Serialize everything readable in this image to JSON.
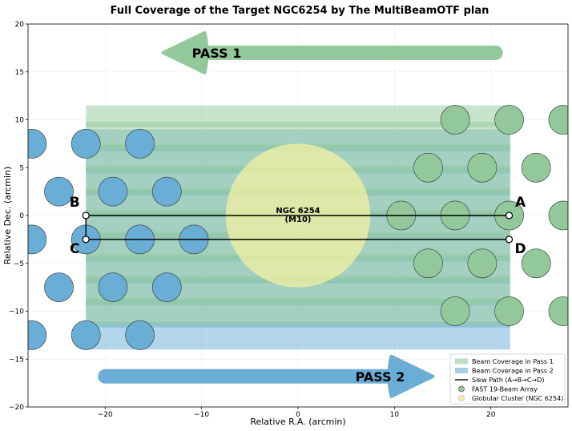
{
  "chart_data": {
    "type": "scatter",
    "title": "Full Coverage of the Target NGC6254 by The MultiBeamOTF plan",
    "xlabel": "Relative R.A. (arcmin)",
    "ylabel": "Relative Dec. (arcmin)",
    "xlim": [
      -28,
      28
    ],
    "ylim": [
      -20,
      20
    ],
    "xticks": [
      -20,
      -10,
      0,
      10,
      20
    ],
    "yticks": [
      -20,
      -15,
      -10,
      -5,
      0,
      5,
      10,
      15,
      20
    ],
    "colors": {
      "pass1": "#93c99a",
      "pass2": "#6aaed6",
      "path": "#000000",
      "cluster": "#f3f0a0"
    },
    "pass1": {
      "label": "PASS 1",
      "arrow_from": [
        20.5,
        17
      ],
      "arrow_to": [
        -14,
        17
      ],
      "coverage": {
        "x": [
          -22,
          22
        ],
        "y": [
          -11.5,
          11.5
        ]
      },
      "beams": [
        [
          16.3,
          10
        ],
        [
          21.9,
          10
        ],
        [
          27.5,
          10
        ],
        [
          13.5,
          5
        ],
        [
          19.1,
          5
        ],
        [
          24.7,
          5
        ],
        [
          10.7,
          0
        ],
        [
          16.3,
          0
        ],
        [
          21.9,
          0
        ],
        [
          27.5,
          0
        ],
        [
          13.5,
          -5
        ],
        [
          19.1,
          -5
        ],
        [
          24.7,
          -5
        ],
        [
          16.3,
          -10
        ],
        [
          21.9,
          -10
        ],
        [
          27.5,
          -10
        ]
      ]
    },
    "pass2": {
      "label": "PASS 2",
      "arrow_from": [
        -20,
        -16.8
      ],
      "arrow_to": [
        14,
        -16.8
      ],
      "coverage": {
        "x": [
          -22,
          22
        ],
        "y": [
          -14,
          9
        ]
      },
      "beams": [
        [
          -27.6,
          7.5
        ],
        [
          -22,
          7.5
        ],
        [
          -16.4,
          7.5
        ],
        [
          -24.8,
          2.5
        ],
        [
          -19.2,
          2.5
        ],
        [
          -13.6,
          2.5
        ],
        [
          -27.6,
          -2.5
        ],
        [
          -22,
          -2.5
        ],
        [
          -16.4,
          -2.5
        ],
        [
          -10.8,
          -2.5
        ],
        [
          -24.8,
          -7.5
        ],
        [
          -19.2,
          -7.5
        ],
        [
          -13.6,
          -7.5
        ],
        [
          -27.6,
          -12.5
        ],
        [
          -22,
          -12.5
        ],
        [
          -16.4,
          -12.5
        ]
      ]
    },
    "beam_radius": 1.5,
    "cluster": {
      "center": [
        0,
        0
      ],
      "radius": 7.5,
      "name": "NGC 6254",
      "alt": "(M10)"
    },
    "slew_path": [
      {
        "label": "A",
        "x": 21.9,
        "y": 0
      },
      {
        "label": "B",
        "x": -22,
        "y": 0
      },
      {
        "label": "C",
        "x": -22,
        "y": -2.5
      },
      {
        "label": "D",
        "x": 21.9,
        "y": -2.5
      }
    ],
    "legend": {
      "position": "lower-right",
      "entries": [
        "Beam Coverage in Pass 1",
        "Beam Coverage in Pass 2",
        "Slew Path (A→B→C→D)",
        "FAST 19-Beam Array",
        "Globular Cluster (NGC 6254)"
      ]
    }
  }
}
